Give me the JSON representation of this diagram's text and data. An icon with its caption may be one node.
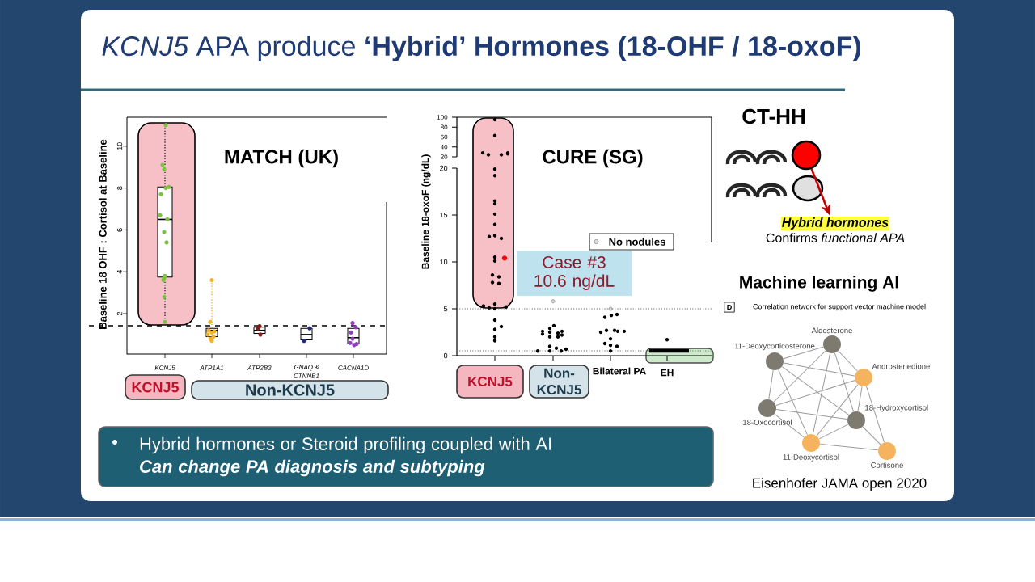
{
  "diagram": {
    "title": "*KCNJ5* APA produce **‘Hybrid’ Hormones (18-OHF / 18-oxoF)**",
    "nodes": [
      {
        "text": [
          "KCNJ5"
        ]
      },
      {
        "text": [
          "Non-KCNJ5"
        ]
      },
      {
        "text": [
          "KCNJ5"
        ]
      },
      {
        "text": [
          "Non-KCNJ5"
        ]
      },
      {
        "text": [
          "No nodules"
        ]
      },
      {
        "text": [
          "Case #3 10.6 ng/dL"
        ]
      },
      {
        "text": [],
        "shape": "circle"
      },
      {
        "text": [
          "Hybrid hormones",
          "Confirms *functional APA*"
        ]
      },
      {
        "text": [
          "Hybrid hormones or Steroid profiling coupled with AI",
          "Can change PA diagnosis and subtyping"
        ]
      },
      {
        "text": [],
        "shape": "circle",
        "beside": [
          "Aldosterone"
        ]
      },
      {
        "text": [],
        "shape": "circle",
        "beside": [
          "11-Deoxycorticosterone"
        ]
      },
      {
        "text": [],
        "shape": "circle",
        "beside": [
          "Androstenedione"
        ]
      },
      {
        "text": [],
        "shape": "circle",
        "beside": [
          "18-Oxocortisol"
        ]
      },
      {
        "text": [],
        "shape": "circle",
        "beside": [
          "18-Hydroxycortisol"
        ]
      },
      {
        "text": [],
        "shape": "circle",
        "beside": [
          "11-Deoxycortisol"
        ]
      },
      {
        "text": [],
        "shape": "circle",
        "beside": [
          "Cortisone"
        ]
      }
    ],
    "edges": [
      {
        "from": 6,
        "to": 7,
        "arrow": "to",
        "color": "#c00000"
      },
      {
        "from": 10,
        "to": 9,
        "arrow": "none"
      },
      {
        "from": 10,
        "to": 11,
        "arrow": "none"
      },
      {
        "from": 10,
        "to": 12,
        "arrow": "none"
      },
      {
        "from": 10,
        "to": 13,
        "arrow": "none"
      },
      {
        "from": 10,
        "to": 14,
        "arrow": "none"
      },
      {
        "from": 9,
        "to": 11,
        "arrow": "none"
      },
      {
        "from": 9,
        "to": 12,
        "arrow": "none"
      },
      {
        "from": 9,
        "to": 14,
        "arrow": "none"
      },
      {
        "from": 9,
        "to": 13,
        "arrow": "none"
      },
      {
        "from": 11,
        "to": 12,
        "arrow": "none"
      },
      {
        "from": 11,
        "to": 14,
        "arrow": "none"
      },
      {
        "from": 11,
        "to": 13,
        "arrow": "none"
      },
      {
        "from": 11,
        "to": 15,
        "arrow": "none"
      },
      {
        "from": 12,
        "to": 13,
        "arrow": "none"
      },
      {
        "from": 12,
        "to": 14,
        "arrow": "none"
      },
      {
        "from": 13,
        "to": 14,
        "arrow": "none"
      },
      {
        "from": 13,
        "to": 15,
        "arrow": "none"
      },
      {
        "from": 14,
        "to": 15,
        "arrow": "none"
      }
    ],
    "labels": [
      "MATCH (UK)",
      "Baseline 18 OHF : Cortisol at Baseline",
      "2",
      "4",
      "6",
      "8",
      "10",
      "KCNJ5",
      "ATP1A1",
      "ATP2B3",
      "GNAQ &",
      "CTNNB1",
      "CACNA1D",
      "CURE (SG)",
      "Baseline 18-oxoF (ng/dL)",
      "100",
      "80",
      "60",
      "40",
      "20",
      "20",
      "15",
      "10",
      "5",
      "0",
      "Bilateral PA",
      "EH",
      "CT-HH",
      "Machine learning AI",
      "D",
      "Correlation network for support vector machine model",
      "Eisenhofer JAMA open 2020"
    ]
  }
}
